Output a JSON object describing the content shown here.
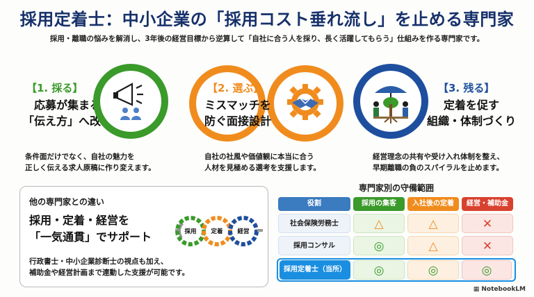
{
  "title": "採用定着士：中小企業の「採用コスト垂れ流し」を止める専門家",
  "subtitle": "採用・離職の悩みを解消し、3年後の経営目標から逆算して「自社に合う人を採り、長く活躍してもらう」仕組みを作る専門家です。",
  "steps": [
    {
      "label": "【1. 採る】",
      "heading_line1": "応募が集まる",
      "heading_line2": "「伝え方」へ改善",
      "desc_line1": "条件面だけでなく、自社の魅力を",
      "desc_line2": "正しく伝える求人原稿に作り変えます。",
      "color": "#3a9a2a",
      "icon": "megaphone-icon"
    },
    {
      "label": "【2. 選ぶ】",
      "heading_line1": "ミスマッチを",
      "heading_line2": "防ぐ面接設計",
      "desc_line1": "自社の社風や価値観に本当に合う",
      "desc_line2": "人材を見極める選考を支援します。",
      "color": "#f08c1e",
      "icon": "handshake-gear-icon"
    },
    {
      "label": "【3. 残る】",
      "heading_line1": "定着を促す",
      "heading_line2": "組織・体制づくり",
      "desc_line1": "経営理念の共有や受け入れ体制を整え、",
      "desc_line2": "早期離職の負のスパイラルを止めます。",
      "color": "#1e4f9e",
      "icon": "tree-growth-icon"
    }
  ],
  "difference": {
    "title": "他の専門家との違い",
    "main_line1": "採用・定着・経営を",
    "main_line2": "「一気通貫」でサポート",
    "desc_line1": "行政書士・中小企業診断士の視点も加え、",
    "desc_line2": "補助金や経営計画まで連動した支援が可能です。",
    "gears": [
      "採用",
      "定着",
      "経営"
    ]
  },
  "table": {
    "title": "専門家別の守備範囲",
    "headers": [
      "役割",
      "採用の集客",
      "入社後の定着",
      "経営・補助金"
    ],
    "rows": [
      {
        "role": "社会保険労務士",
        "marks": [
          "△",
          "△",
          "✕"
        ]
      },
      {
        "role": "採用コンサル",
        "marks": [
          "◎",
          "△",
          "✕"
        ]
      },
      {
        "role": "採用定着士（当所）",
        "marks": [
          "◎",
          "◎",
          "◎"
        ]
      }
    ]
  },
  "footer": {
    "brand": "NotebookLM"
  },
  "colors": {
    "green": "#3a9a2a",
    "orange": "#f08c1e",
    "red": "#d9412f",
    "navy": "#16306b",
    "blue": "#1e4f9e",
    "highlight": "#1a8ee0"
  }
}
